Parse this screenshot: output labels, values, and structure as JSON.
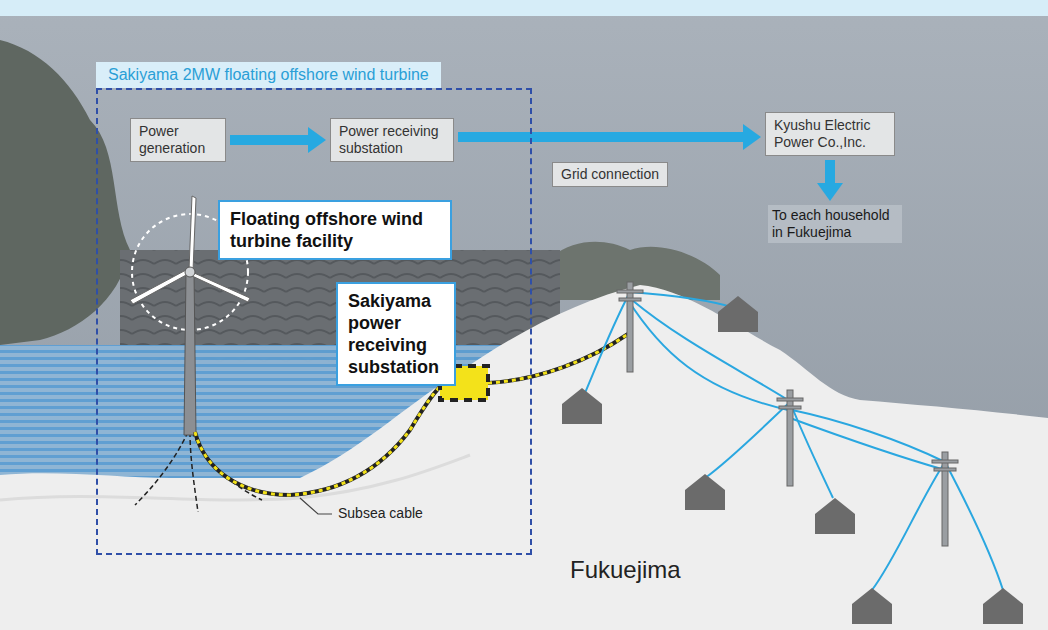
{
  "diagram": {
    "nodes": [
      {
        "text": [
          "Sakiyama 2MW floating offshore wind turbine"
        ]
      },
      {
        "text": [
          "Power generation"
        ],
        "in": 0
      },
      {
        "text": [
          "Power receiving substation"
        ],
        "in": 0
      },
      {
        "text": [
          "Kyushu Electric Power Co.,Inc."
        ]
      },
      {
        "text": [
          "To each household in Fukuejima"
        ]
      },
      {
        "text": [
          "Floating offshore wind turbine facility"
        ],
        "in": 0
      },
      {
        "text": [
          "Sakiyama power receiving substation"
        ],
        "in": 0
      }
    ],
    "edges": [
      {
        "from": 1,
        "to": 2,
        "arrow": "to"
      },
      {
        "from": 2,
        "to": 3,
        "label": "Grid connection",
        "arrow": "to"
      },
      {
        "from": 3,
        "to": 4,
        "arrow": "to"
      }
    ],
    "labels": [
      "Subsea cable",
      "Fukuejima"
    ]
  }
}
